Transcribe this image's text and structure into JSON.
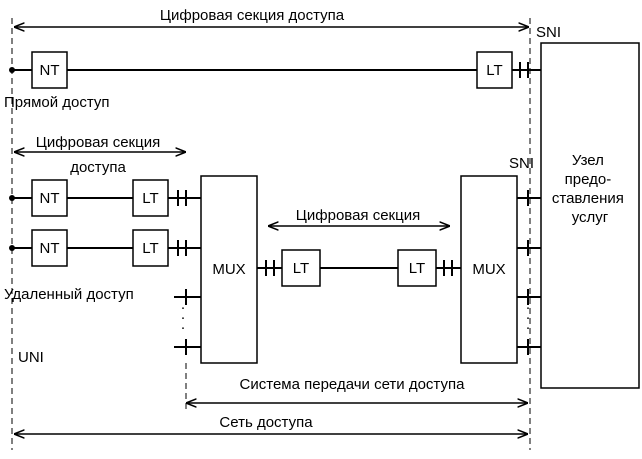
{
  "labels": {
    "digital_section_top": "Цифровая секция доступа",
    "sni_top": "SNI",
    "direct_access": "Прямой доступ",
    "digital_section_mid_1": "Цифровая секция",
    "digital_section_mid_2": "доступа",
    "sni_mid": "SNI",
    "digital_section_inner": "Цифровая секция",
    "remote_access": "Удаленный доступ",
    "uni": "UNI",
    "transport_system": "Система передачи сети доступа",
    "access_network": "Сеть доступа"
  },
  "blocks": {
    "nt": "NT",
    "lt": "LT",
    "mux": "MUX",
    "service_node": [
      "Узел",
      "предо-",
      "ставления",
      "услуг"
    ]
  }
}
